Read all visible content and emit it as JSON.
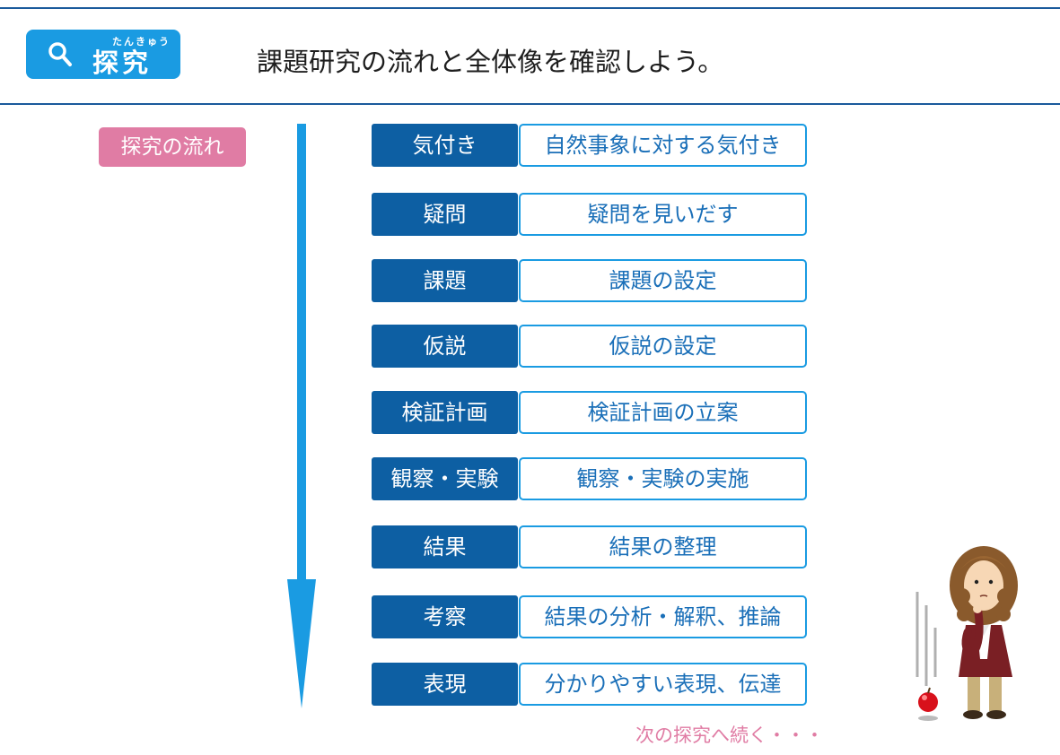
{
  "badge": {
    "ruby": "たんきゅう",
    "label": "探究",
    "icon": "search-icon"
  },
  "headline": "課題研究の流れと全体像を確認しよう。",
  "flow_tag": "探究の流れ",
  "steps": [
    {
      "label": "気付き",
      "desc": "自然事象に対する気付き"
    },
    {
      "label": "疑問",
      "desc": "疑問を見いだす"
    },
    {
      "label": "課題",
      "desc": "課題の設定"
    },
    {
      "label": "仮説",
      "desc": "仮説の設定"
    },
    {
      "label": "検証計画",
      "desc": "検証計画の立案"
    },
    {
      "label": "観察・実験",
      "desc": "観察・実験の実施"
    },
    {
      "label": "結果",
      "desc": "結果の整理"
    },
    {
      "label": "考察",
      "desc": "結果の分析・解釈、推論"
    },
    {
      "label": "表現",
      "desc": "分かりやすい表現、伝達"
    }
  ],
  "next_note": "次の探究へ続く・・・",
  "colors": {
    "accent_blue": "#1a9be2",
    "label_navy": "#0d5fa3",
    "desc_text": "#1a6fb8",
    "pink": "#e07ca4",
    "rule": "#1a5a9c"
  }
}
